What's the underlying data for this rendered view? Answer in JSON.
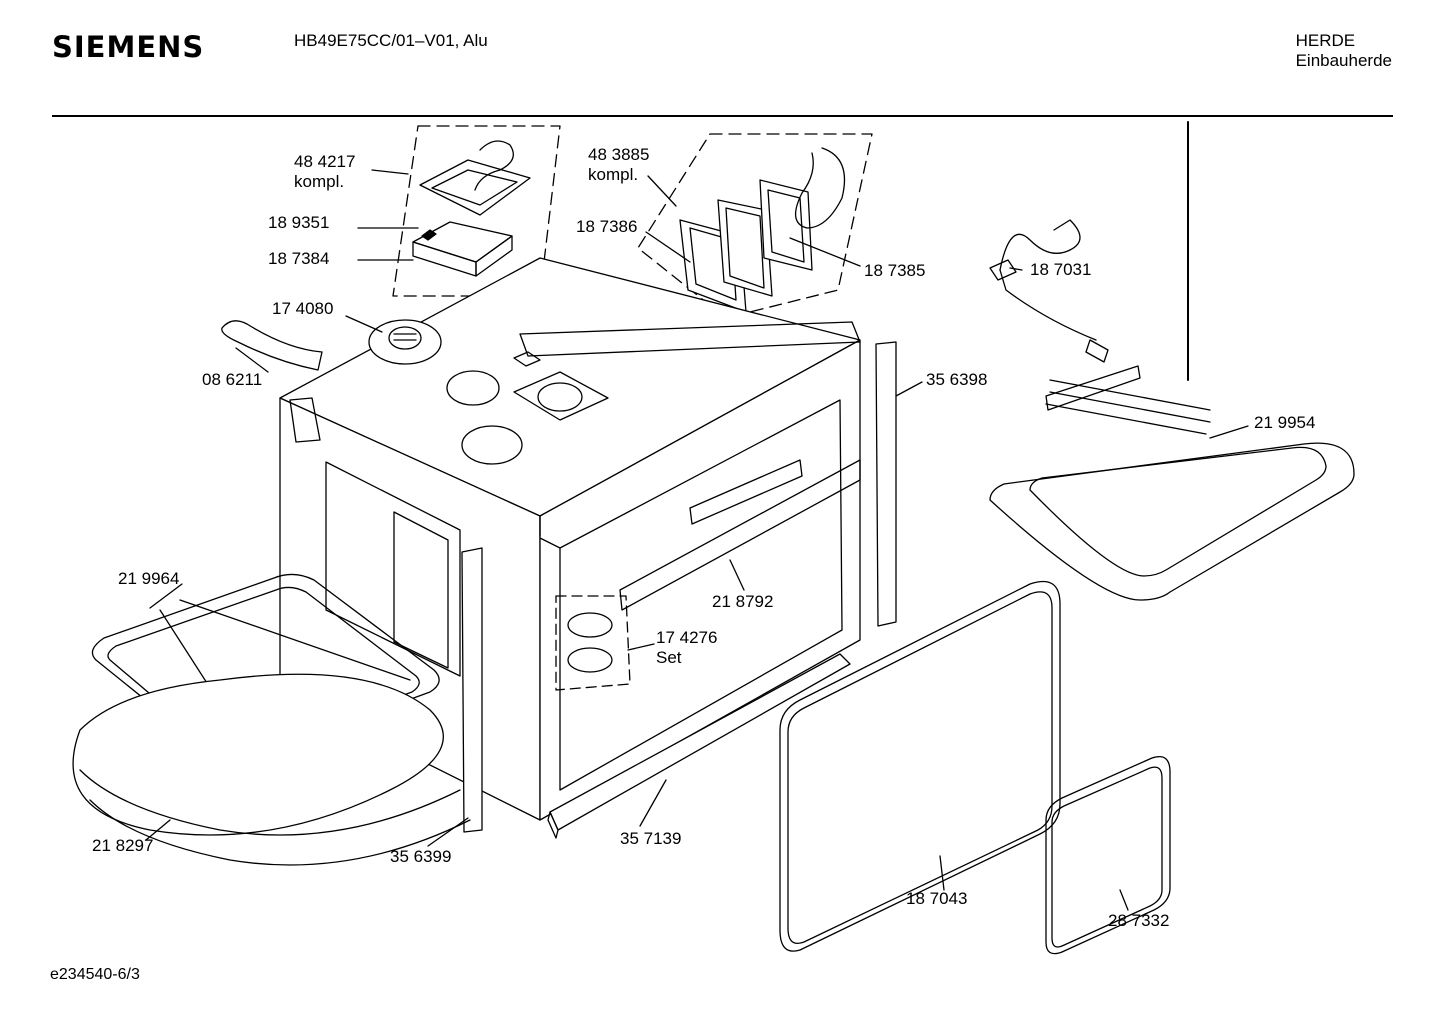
{
  "header": {
    "brand": "SIEMENS",
    "model": "HB49E75CC/01–V01, Alu",
    "category_line1": "HERDE",
    "category_line2": "Einbauherde"
  },
  "footer": {
    "drawing_id": "e234540-6/3"
  },
  "parts": [
    {
      "id": "p484217",
      "number": "48 4217",
      "note": "kompl."
    },
    {
      "id": "p189351",
      "number": "18 9351",
      "note": ""
    },
    {
      "id": "p187384",
      "number": "18 7384",
      "note": ""
    },
    {
      "id": "p174080",
      "number": "17 4080",
      "note": ""
    },
    {
      "id": "p086211",
      "number": "08 6211",
      "note": ""
    },
    {
      "id": "p483885",
      "number": "48 3885",
      "note": "kompl."
    },
    {
      "id": "p187386",
      "number": "18 7386",
      "note": ""
    },
    {
      "id": "p187385",
      "number": "18 7385",
      "note": ""
    },
    {
      "id": "p187031",
      "number": "18 7031",
      "note": ""
    },
    {
      "id": "p356398",
      "number": "35 6398",
      "note": ""
    },
    {
      "id": "p219954",
      "number": "21 9954",
      "note": ""
    },
    {
      "id": "p219964",
      "number": "21 9964",
      "note": ""
    },
    {
      "id": "p218792",
      "number": "21 8792",
      "note": ""
    },
    {
      "id": "p174276",
      "number": "17 4276",
      "note": "Set"
    },
    {
      "id": "p218297",
      "number": "21 8297",
      "note": ""
    },
    {
      "id": "p356399",
      "number": "35 6399",
      "note": ""
    },
    {
      "id": "p357139",
      "number": "35 7139",
      "note": ""
    },
    {
      "id": "p187043",
      "number": "18 7043",
      "note": ""
    },
    {
      "id": "p287332",
      "number": "28 7332",
      "note": ""
    }
  ]
}
